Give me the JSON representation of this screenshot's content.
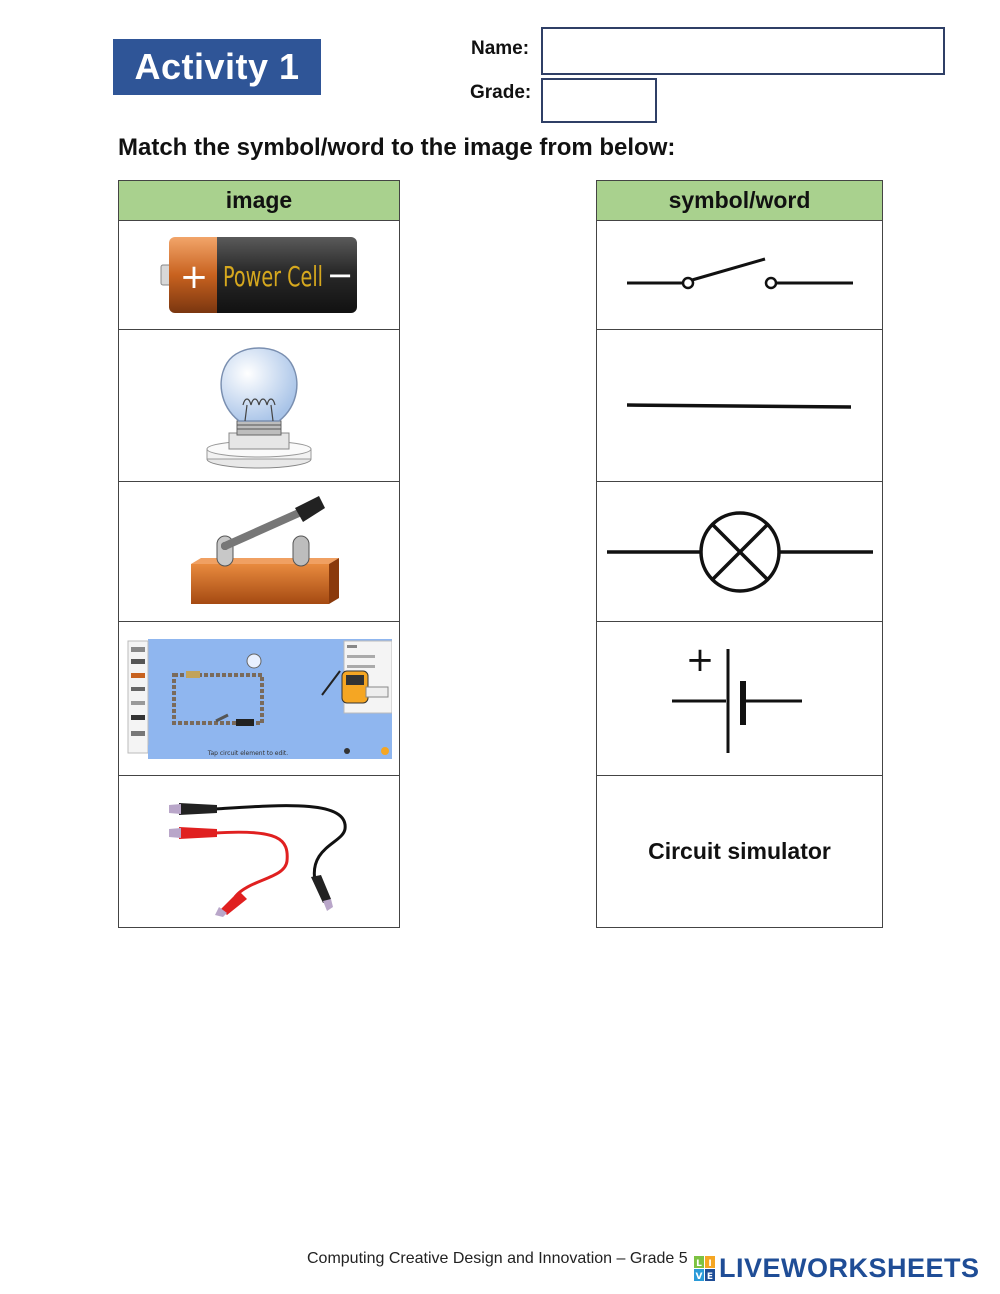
{
  "header": {
    "activity_title": "Activity 1",
    "name_label": "Name:",
    "grade_label": "Grade:",
    "name_value": "",
    "grade_value": ""
  },
  "instruction": "Match the symbol/word to the image from below:",
  "image_column": {
    "heading": "image",
    "items": [
      {
        "icon": "battery-power-cell-icon",
        "text": "Power Cell",
        "plus": "+",
        "minus": "−"
      },
      {
        "icon": "light-bulb-icon"
      },
      {
        "icon": "knife-switch-icon"
      },
      {
        "icon": "circuit-simulator-screenshot-icon",
        "caption": "Tap circuit element to edit."
      },
      {
        "icon": "alligator-clip-wires-icon"
      }
    ]
  },
  "symbol_column": {
    "heading": "symbol/word",
    "items": [
      {
        "icon": "open-switch-symbol-icon"
      },
      {
        "icon": "wire-symbol-icon"
      },
      {
        "icon": "lamp-symbol-icon"
      },
      {
        "icon": "cell-symbol-icon",
        "plus": "+"
      },
      {
        "word": "Circuit simulator"
      }
    ]
  },
  "footer": {
    "course": "Computing Creative Design and Innovation – Grade 5",
    "brand_letters": [
      "L",
      "I",
      "V",
      "E"
    ],
    "brand_word": "LIVEWORKSHEETS",
    "brand_color": "#1f4d96"
  },
  "colors": {
    "badge": "#2f5597",
    "table_header": "#a9d18e"
  }
}
